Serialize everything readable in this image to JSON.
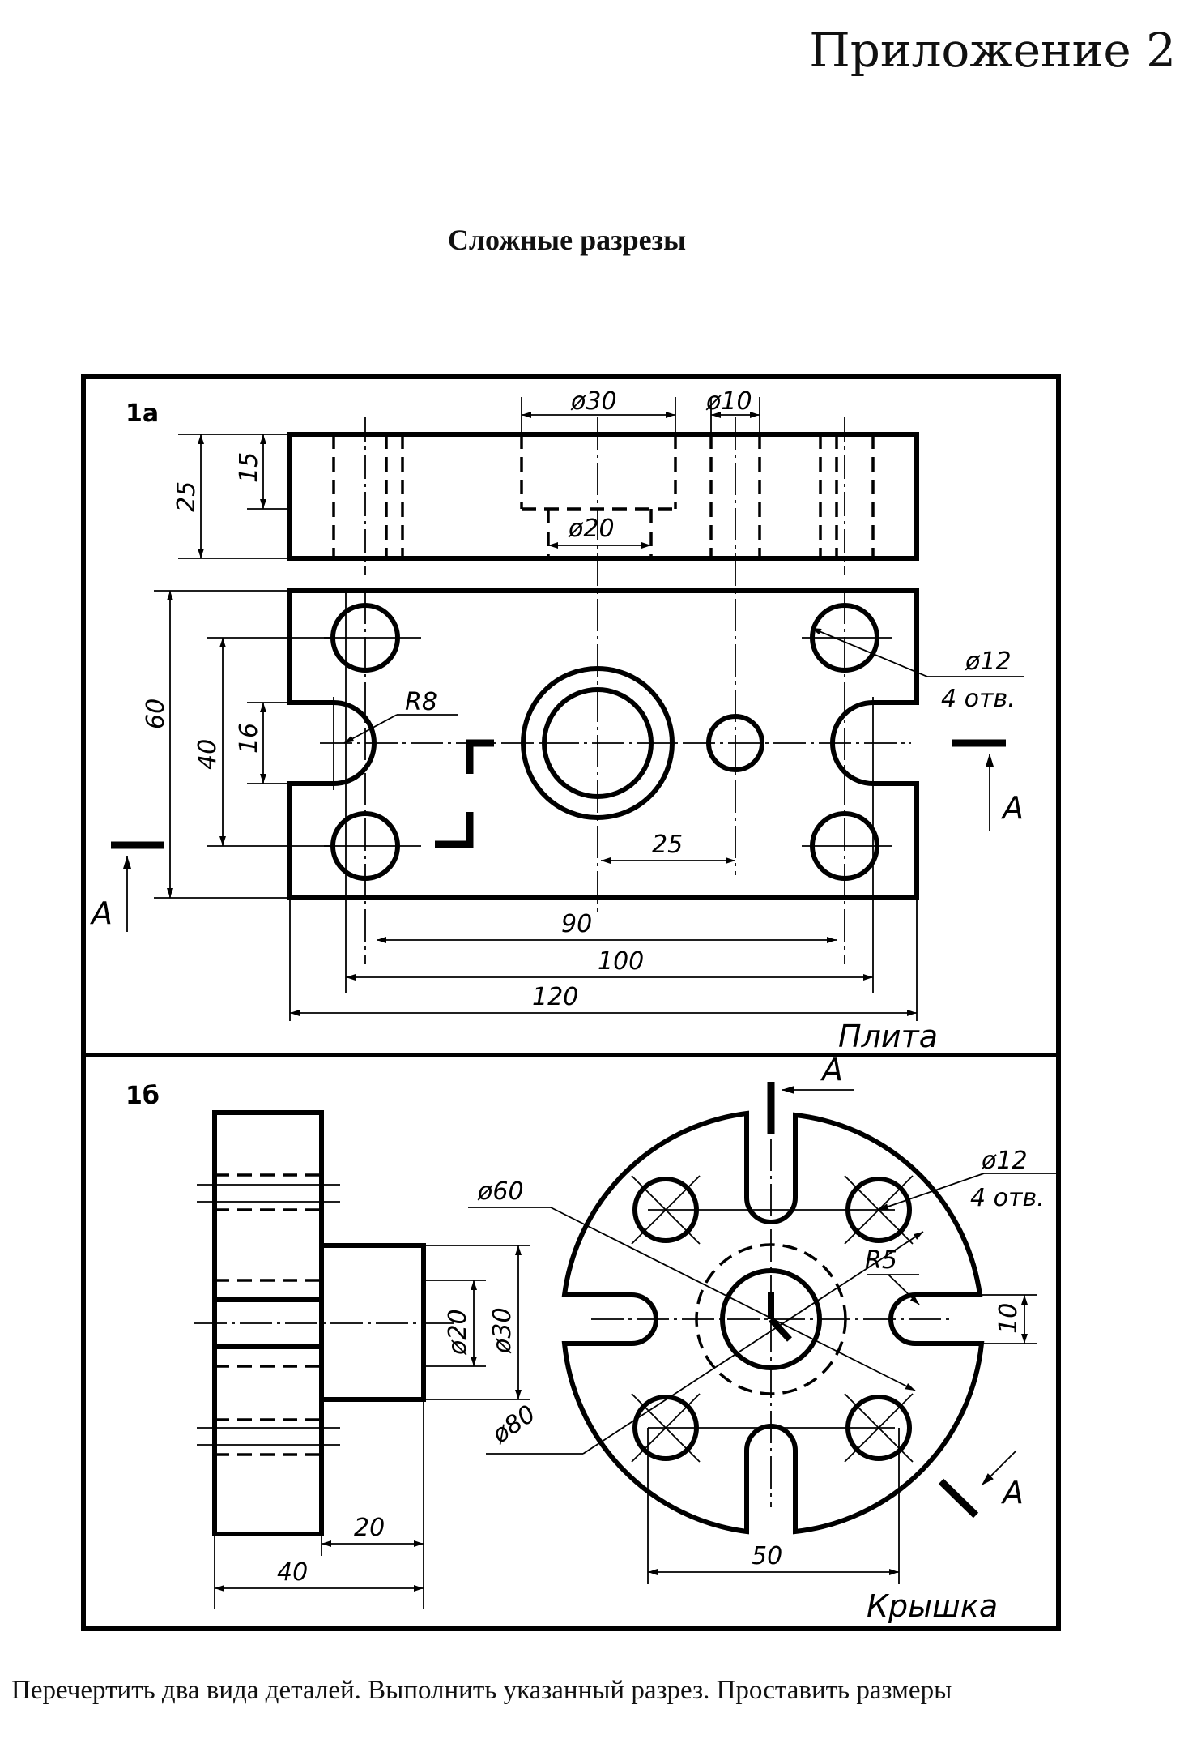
{
  "header": {
    "appendix": "Приложение 2"
  },
  "title": "Сложные разрезы",
  "panel_1a": {
    "label": "1а",
    "part_name": "Плита",
    "dims": {
      "d30": "ø30",
      "d10": "ø10",
      "d20": "ø20",
      "h25": "25",
      "h15": "15",
      "w60": "60",
      "w40": "40",
      "w16": "16",
      "r8": "R8",
      "holes": "ø12",
      "holes_count": "4 отв.",
      "w25": "25",
      "w90": "90",
      "w100": "100",
      "w120": "120"
    },
    "section_mark": "A"
  },
  "panel_1b": {
    "label": "1б",
    "part_name": "Крышка",
    "dims": {
      "d60": "ø60",
      "d80": "ø80",
      "holes": "ø12",
      "holes_count": "4 отв.",
      "r5": "R5",
      "h10": "10",
      "d20": "ø20",
      "d30": "ø30",
      "w20": "20",
      "w40": "40",
      "w50": "50"
    },
    "section_mark": "A"
  },
  "task_text": "Перечертить два вида деталей. Выполнить указанный разрез. Проставить размеры"
}
